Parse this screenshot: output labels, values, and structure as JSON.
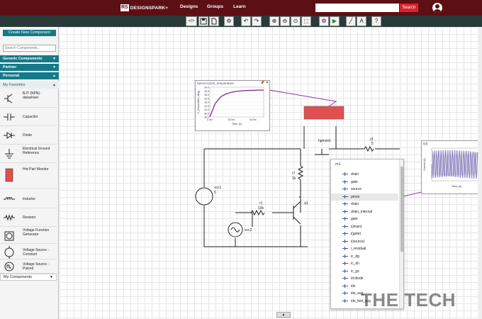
{
  "nav": {
    "logo_mark": "RS",
    "logo_text": "DESIGNSPARK+",
    "links": [
      "Designs",
      "Groups",
      "Learn"
    ],
    "search_placeholder": "",
    "search_button": "Search"
  },
  "toolbar": {
    "buttons": [
      "</>",
      "save",
      "open",
      "settings",
      "undo",
      "redo",
      "zoom-in",
      "zoom-out",
      "zoom-fit",
      "zoom-area",
      "simulate-settings",
      "run",
      "wire",
      "text",
      "help"
    ]
  },
  "sidebar": {
    "create_button": "Create New Component",
    "search_placeholder": "Search Components...",
    "categories": [
      "Generic Components",
      "Partner",
      "Personal"
    ],
    "favorites_label": "My Favorites",
    "items": [
      {
        "label": "BJT (NPN) - datasheet",
        "icon": "bjt-npn-icon"
      },
      {
        "label": "Capacitor",
        "icon": "capacitor-icon"
      },
      {
        "label": "Diode",
        "icon": "diode-icon"
      },
      {
        "label": "Electrical Ground Reference",
        "icon": "ground-icon"
      },
      {
        "label": "Hot Part Monitor",
        "icon": "hot-part-monitor-icon"
      },
      {
        "label": "Inductor",
        "icon": "inductor-icon"
      },
      {
        "label": "Resistor",
        "icon": "resistor-icon"
      },
      {
        "label": "Voltage Function Generator",
        "icon": "function-generator-icon"
      },
      {
        "label": "Voltage Source - Constant",
        "icon": "voltage-source-constant-icon"
      },
      {
        "label": "Voltage Source - Pulsed",
        "icon": "voltage-source-pulsed-icon"
      }
    ],
    "my_components": "My Components"
  },
  "circuit": {
    "labels": {
      "r7": "r7",
      "r7_val": "1k",
      "r1": "r1",
      "r1_val": "10k",
      "r3": "r3",
      "r3_val": "5",
      "vcc1": "vcc1",
      "vcc1_val": "5",
      "vcc2": "vcc2",
      "q1": "q1",
      "monitor": "hpmon1",
      "m1": "m1"
    },
    "monitor_color": "#e05050"
  },
  "probe1": {
    "title": "hpmon1/port_temperature",
    "ylabel": "C_temperature (deg)",
    "xlabel": "Time (s)",
    "yticks": [
      "34.0",
      "33.5",
      "33.0",
      "32.5",
      "32.0",
      "31.5",
      "31.0",
      "30.5",
      "30.0"
    ],
    "xticks": [
      "0.0m",
      "20.0m",
      "40.0m"
    ]
  },
  "probe2": {
    "title": "i(d)",
    "ylabel": "Current (A)",
    "xlabel": "Time (s)"
  },
  "context_menu": {
    "title": "m1",
    "items": [
      "drain",
      "gate",
      "source",
      "pmon",
      "drain",
      "drain_internal",
      "gate",
      "i(drain)",
      "i(gate)",
      "i(source)",
      "i_residual",
      "ic_dg",
      "ic_dn",
      "ic_gs",
      "id:diode",
      "ids",
      "ids_avg",
      "ids_fwd_avg"
    ],
    "selected_index": 3
  },
  "watermark": "THE TECH",
  "chart_data": [
    {
      "type": "line",
      "title": "hpmon1/port_temperature",
      "xlabel": "Time (s)",
      "ylabel": "C_temperature (deg)",
      "x": [
        0,
        5,
        10,
        15,
        20,
        25,
        30,
        35,
        40,
        45,
        50
      ],
      "series": [
        {
          "values": [
            30.0,
            31.8,
            32.7,
            33.1,
            33.3,
            33.45,
            33.52,
            33.56,
            33.58,
            33.6,
            33.6
          ]
        }
      ],
      "ylim": [
        30.0,
        34.0
      ],
      "xlim": [
        0,
        50
      ],
      "grid": true
    },
    {
      "type": "line",
      "title": "i(d)",
      "xlabel": "Time (s)",
      "ylabel": "Current (A)",
      "series": [
        {
          "values": []
        }
      ],
      "grid": true
    }
  ]
}
